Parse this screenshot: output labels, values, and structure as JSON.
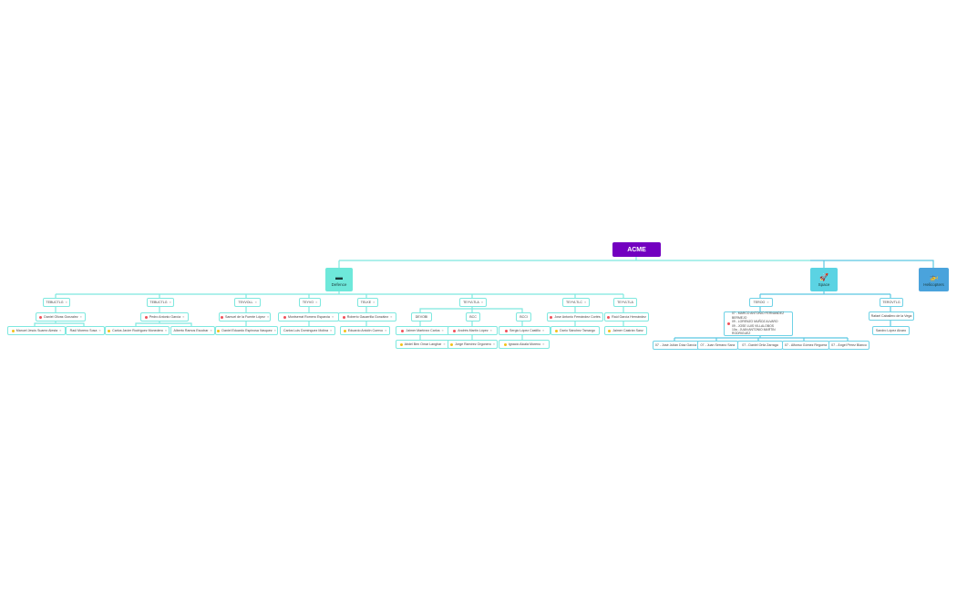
{
  "root": {
    "label": "ACME",
    "color": "#7300c0"
  },
  "categories": [
    {
      "label": "Defence",
      "icon": "tank-icon",
      "color": "#6ee8da"
    },
    {
      "label": "Space",
      "icon": "rocket-icon",
      "color": "#5bd3e3"
    },
    {
      "label": "Helicopters",
      "icon": "helicopter-icon",
      "color": "#4aa3dc"
    }
  ],
  "defence": {
    "units": [
      "TEBUCTLG",
      "TEBUCTLG",
      "TEVVOLL",
      "TEYVO",
      "TELKE",
      "TEYVLTLA",
      "TEYVLTLC",
      "TEYVLTLA"
    ],
    "leaders": [
      "Daniel Olivas Gonzalez",
      "Pedro Antonio García",
      "Samuel de la Fuente López",
      "Montserrat Romero Esparcia",
      "Roberto Gacarrilla González",
      "DEVOBI",
      "BCC",
      "BCCI",
      "Jose Antonio Fernández Cortés",
      "Raúl García Hernández"
    ],
    "members": [
      "Manuel Jesús Suarez Alesta",
      "Raúl Moreno Sosa",
      "Carlos Javier Rodríguez Monedero",
      "Alberto Ramos Escobar",
      "Daniel Eduardo Espinosa Vasquez",
      "Carlos Luis Domínguez Molina",
      "Eduardo Antolín Cuervo",
      "Jaimer Martínez Carlos",
      "Andrés Martín López",
      "Sergio López Castillo",
      "Darío Sánchez Tamargo",
      "Jaimer Castrán Sanz"
    ],
    "subs": [
      "Abdel Ben Omar Langhar",
      "Jorge Ramírez Orgonero",
      "Ignacio Alcalá Moreno"
    ]
  },
  "space": {
    "units": [
      "TEROO",
      "TEROVTLG"
    ],
    "group_lines": [
      "07 - MARCO ANTONIO FERNANDEZ",
      "BERMEJO",
      "09 - LORENZO MUÑOZ ALVARO",
      "09 - JOSE LUIS VILLALOBOS",
      "10a - JUAN ANTONIO MARTIN RODRIGUEZ"
    ],
    "members": [
      "07 - José Julián Díaz García",
      "07 - Juan Serrano Sanz",
      "07 - Daniel Ortiz Zarraga",
      "07 - Alfonso Gómez Reguera",
      "07 - Ángel Pérez Blanco"
    ],
    "leader2": "Rafael Caballero de la Vega",
    "member2": "Sandro López Alvaro"
  }
}
